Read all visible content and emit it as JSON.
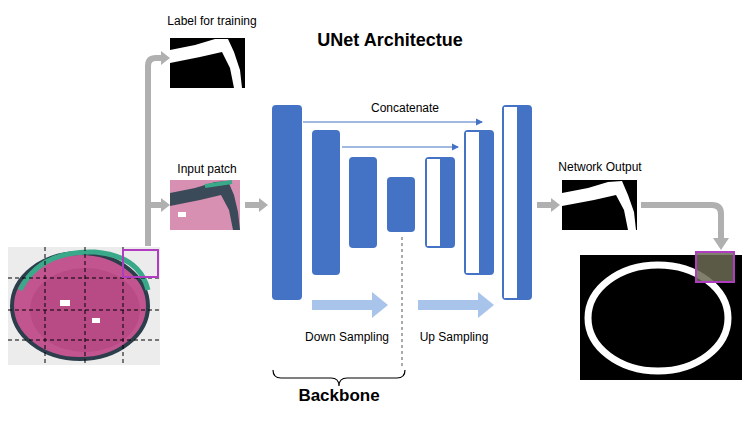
{
  "diagram": {
    "title": "UNet Architectue",
    "nodes": [
      {
        "text": [
          "Label for training"
        ]
      },
      {
        "text": [
          "Input patch"
        ]
      },
      {
        "text": [
          "Network Output"
        ]
      }
    ],
    "labels": [
      "Concatenate",
      "Down Sampling",
      "Up Sampling",
      "Backbone"
    ]
  }
}
